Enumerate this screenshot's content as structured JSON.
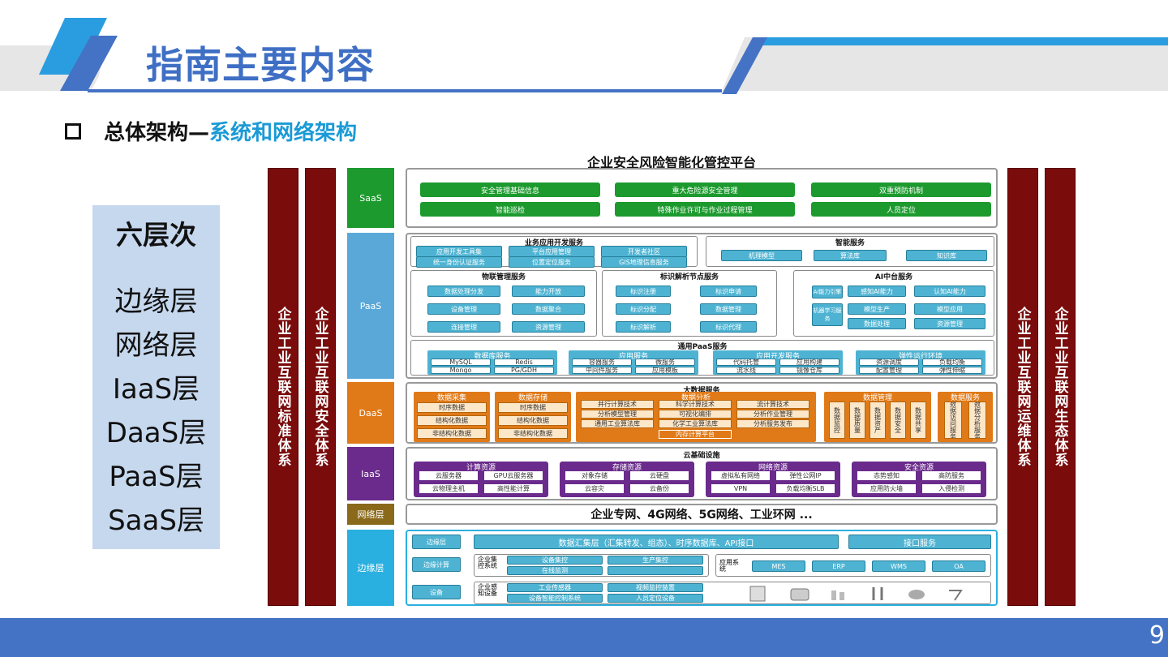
{
  "header": {
    "title": "指南主要内容"
  },
  "subtitle": {
    "prefix": "总体架构—",
    "highlight": "系统和网络架构"
  },
  "layers_box": {
    "heading": "六层次",
    "items": [
      "边缘层",
      "网络层",
      "IaaS层",
      "DaaS层",
      "PaaS层",
      "SaaS层"
    ]
  },
  "diagram": {
    "title": "企业安全风险智能化管控平台",
    "pillars": [
      "企业工业互联网标准体系",
      "企业工业互联网安全体系",
      "企业工业互联网运维体系",
      "企业工业互联网生态体系"
    ],
    "layer_labels": {
      "saas": "SaaS",
      "paas": "PaaS",
      "daas": "DaaS",
      "iaas": "IaaS",
      "network": "网络层",
      "edge": "边缘层"
    },
    "saas_items": [
      "安全管理基础信息",
      "重大危险源安全管理",
      "双重预防机制",
      "智能巡检",
      "特殊作业许可与作业过程管理",
      "人员定位"
    ],
    "paas": {
      "biz_title": "业务应用开发服务",
      "biz_items": [
        "应用开发工具集",
        "平台应用管理",
        "开发者社区",
        "统一身份认证服务",
        "位置定位服务",
        "GIS地理信息服务"
      ],
      "smart_title": "智能服务",
      "smart_items": [
        "机理模型",
        "算法库",
        "知识库"
      ],
      "iot_title": "物联管理服务",
      "iot_items": [
        "数据处理分发",
        "能力开放",
        "设备管理",
        "数据聚合",
        "连接管理",
        "资源管理"
      ],
      "id_title": "标识解析节点服务",
      "id_items": [
        "标识注册",
        "标识申请",
        "标识分配",
        "数据管理",
        "标识解析",
        "标识代理"
      ],
      "ai_title": "AI中台服务",
      "ai_items": [
        "AI能力引擎",
        "感知AI能力",
        "认知AI能力",
        "机器学习服务",
        "模型生产",
        "模型应用",
        "数据处理",
        "资源管理"
      ],
      "general_title": "通用PaaS服务",
      "general_groups": [
        {
          "name": "数据库服务",
          "items": [
            "MySQL",
            "Redis",
            "Mongo",
            "PG/GDH"
          ]
        },
        {
          "name": "应用服务",
          "items": [
            "容器服务",
            "微服务",
            "中间件服务",
            "应用模板"
          ]
        },
        {
          "name": "应用开发服务",
          "items": [
            "代码托管",
            "应用构建",
            "流水线",
            "镜像仓库"
          ]
        },
        {
          "name": "弹性运行环境",
          "items": [
            "资源调度",
            "负载均衡",
            "配置管理",
            "弹性伸缩"
          ]
        }
      ]
    },
    "daas": {
      "title": "大数据服务",
      "collect": {
        "name": "数据采集",
        "items": [
          "时序数据",
          "结构化数据",
          "非结构化数据"
        ]
      },
      "store": {
        "name": "数据存储",
        "items": [
          "时序数据",
          "结构化数据",
          "非结构化数据"
        ]
      },
      "analysis": {
        "name": "数据分析",
        "items": [
          "并行计算技术",
          "科学计算技术",
          "流计算技术",
          "分析模型管理",
          "可视化编排",
          "分析作业管理",
          "通用工业算法库",
          "化学工业算法库",
          "分析服务发布"
        ],
        "footer": "内存计算平台"
      },
      "manage": {
        "name": "数据管理",
        "items": [
          "数据监控",
          "数据质量",
          "数据资产",
          "数据安全",
          "数据共享"
        ]
      },
      "service": {
        "name": "数据服务",
        "items": [
          "数据访问服务",
          "数据分析服务"
        ]
      }
    },
    "iaas": {
      "title": "云基础设施",
      "groups": [
        {
          "name": "计算资源",
          "items": [
            "云服务器",
            "GPU云服务器",
            "云物理主机",
            "高性能计算"
          ]
        },
        {
          "name": "存储资源",
          "items": [
            "对象存储",
            "云硬盘",
            "云容灾",
            "云备份"
          ]
        },
        {
          "name": "网络资源",
          "items": [
            "虚拟私有网络",
            "弹性公网IP",
            "VPN",
            "负载均衡SLB"
          ]
        },
        {
          "name": "安全资源",
          "items": [
            "态势感知",
            "高防服务",
            "应用防火墙",
            "入侵检测"
          ]
        }
      ]
    },
    "network_text": "企业专网、4G网络、5G网络、工业环网 ...",
    "edge": {
      "row1_label": "边缘层",
      "row1_main": "数据汇集层（汇集转发、组态）、时序数据库、API接口",
      "row1_side": "接口服务",
      "row2_label": "边缘计算",
      "row2_sys": "企业集控系统",
      "row2_items": [
        "设备集控",
        "生产集控",
        "在线监测",
        ""
      ],
      "row2_app": "应用系统",
      "row2_apps": [
        "MES",
        "ERP",
        "WMS",
        "OA"
      ],
      "row3_label": "设备",
      "row3_sys": "企业感知设备",
      "row3_items": [
        "工业传感器",
        "视频监控装置",
        "设备智能控制系统",
        "人员定位设备"
      ]
    }
  },
  "page_number": "9"
}
